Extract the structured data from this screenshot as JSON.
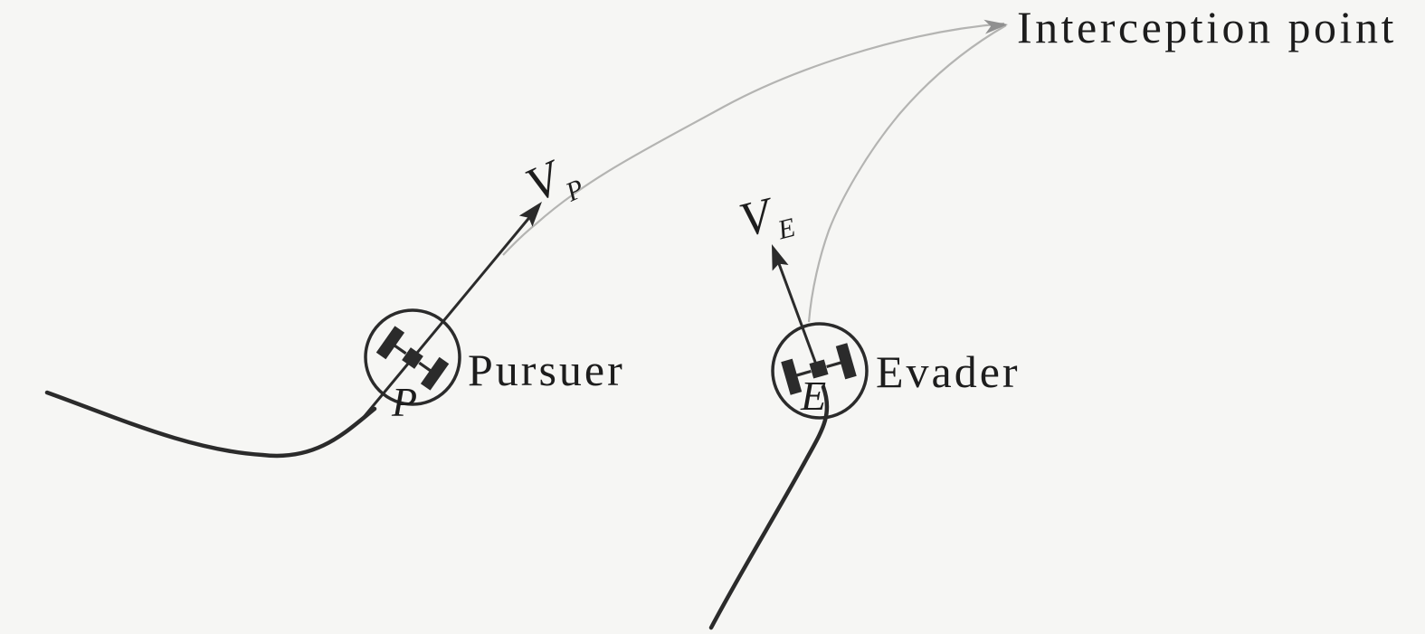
{
  "figure": {
    "type": "diagram",
    "description": "Pursuit-evasion interception geometry: a pursuer spacecraft and an evader spacecraft with velocity vectors, past trajectories and predicted paths converging at an interception point",
    "background_color": "#f6f6f4",
    "ink_color": "#2b2b2b",
    "predicted_path_color": "#b4b4b2",
    "interception": {
      "label": "Interception point"
    },
    "pursuer": {
      "name": "Pursuer",
      "symbol": "P",
      "velocity": {
        "base": "V",
        "sub": "P"
      }
    },
    "evader": {
      "name": "Evader",
      "symbol": "E",
      "velocity": {
        "base": "V",
        "sub": "E"
      }
    }
  }
}
